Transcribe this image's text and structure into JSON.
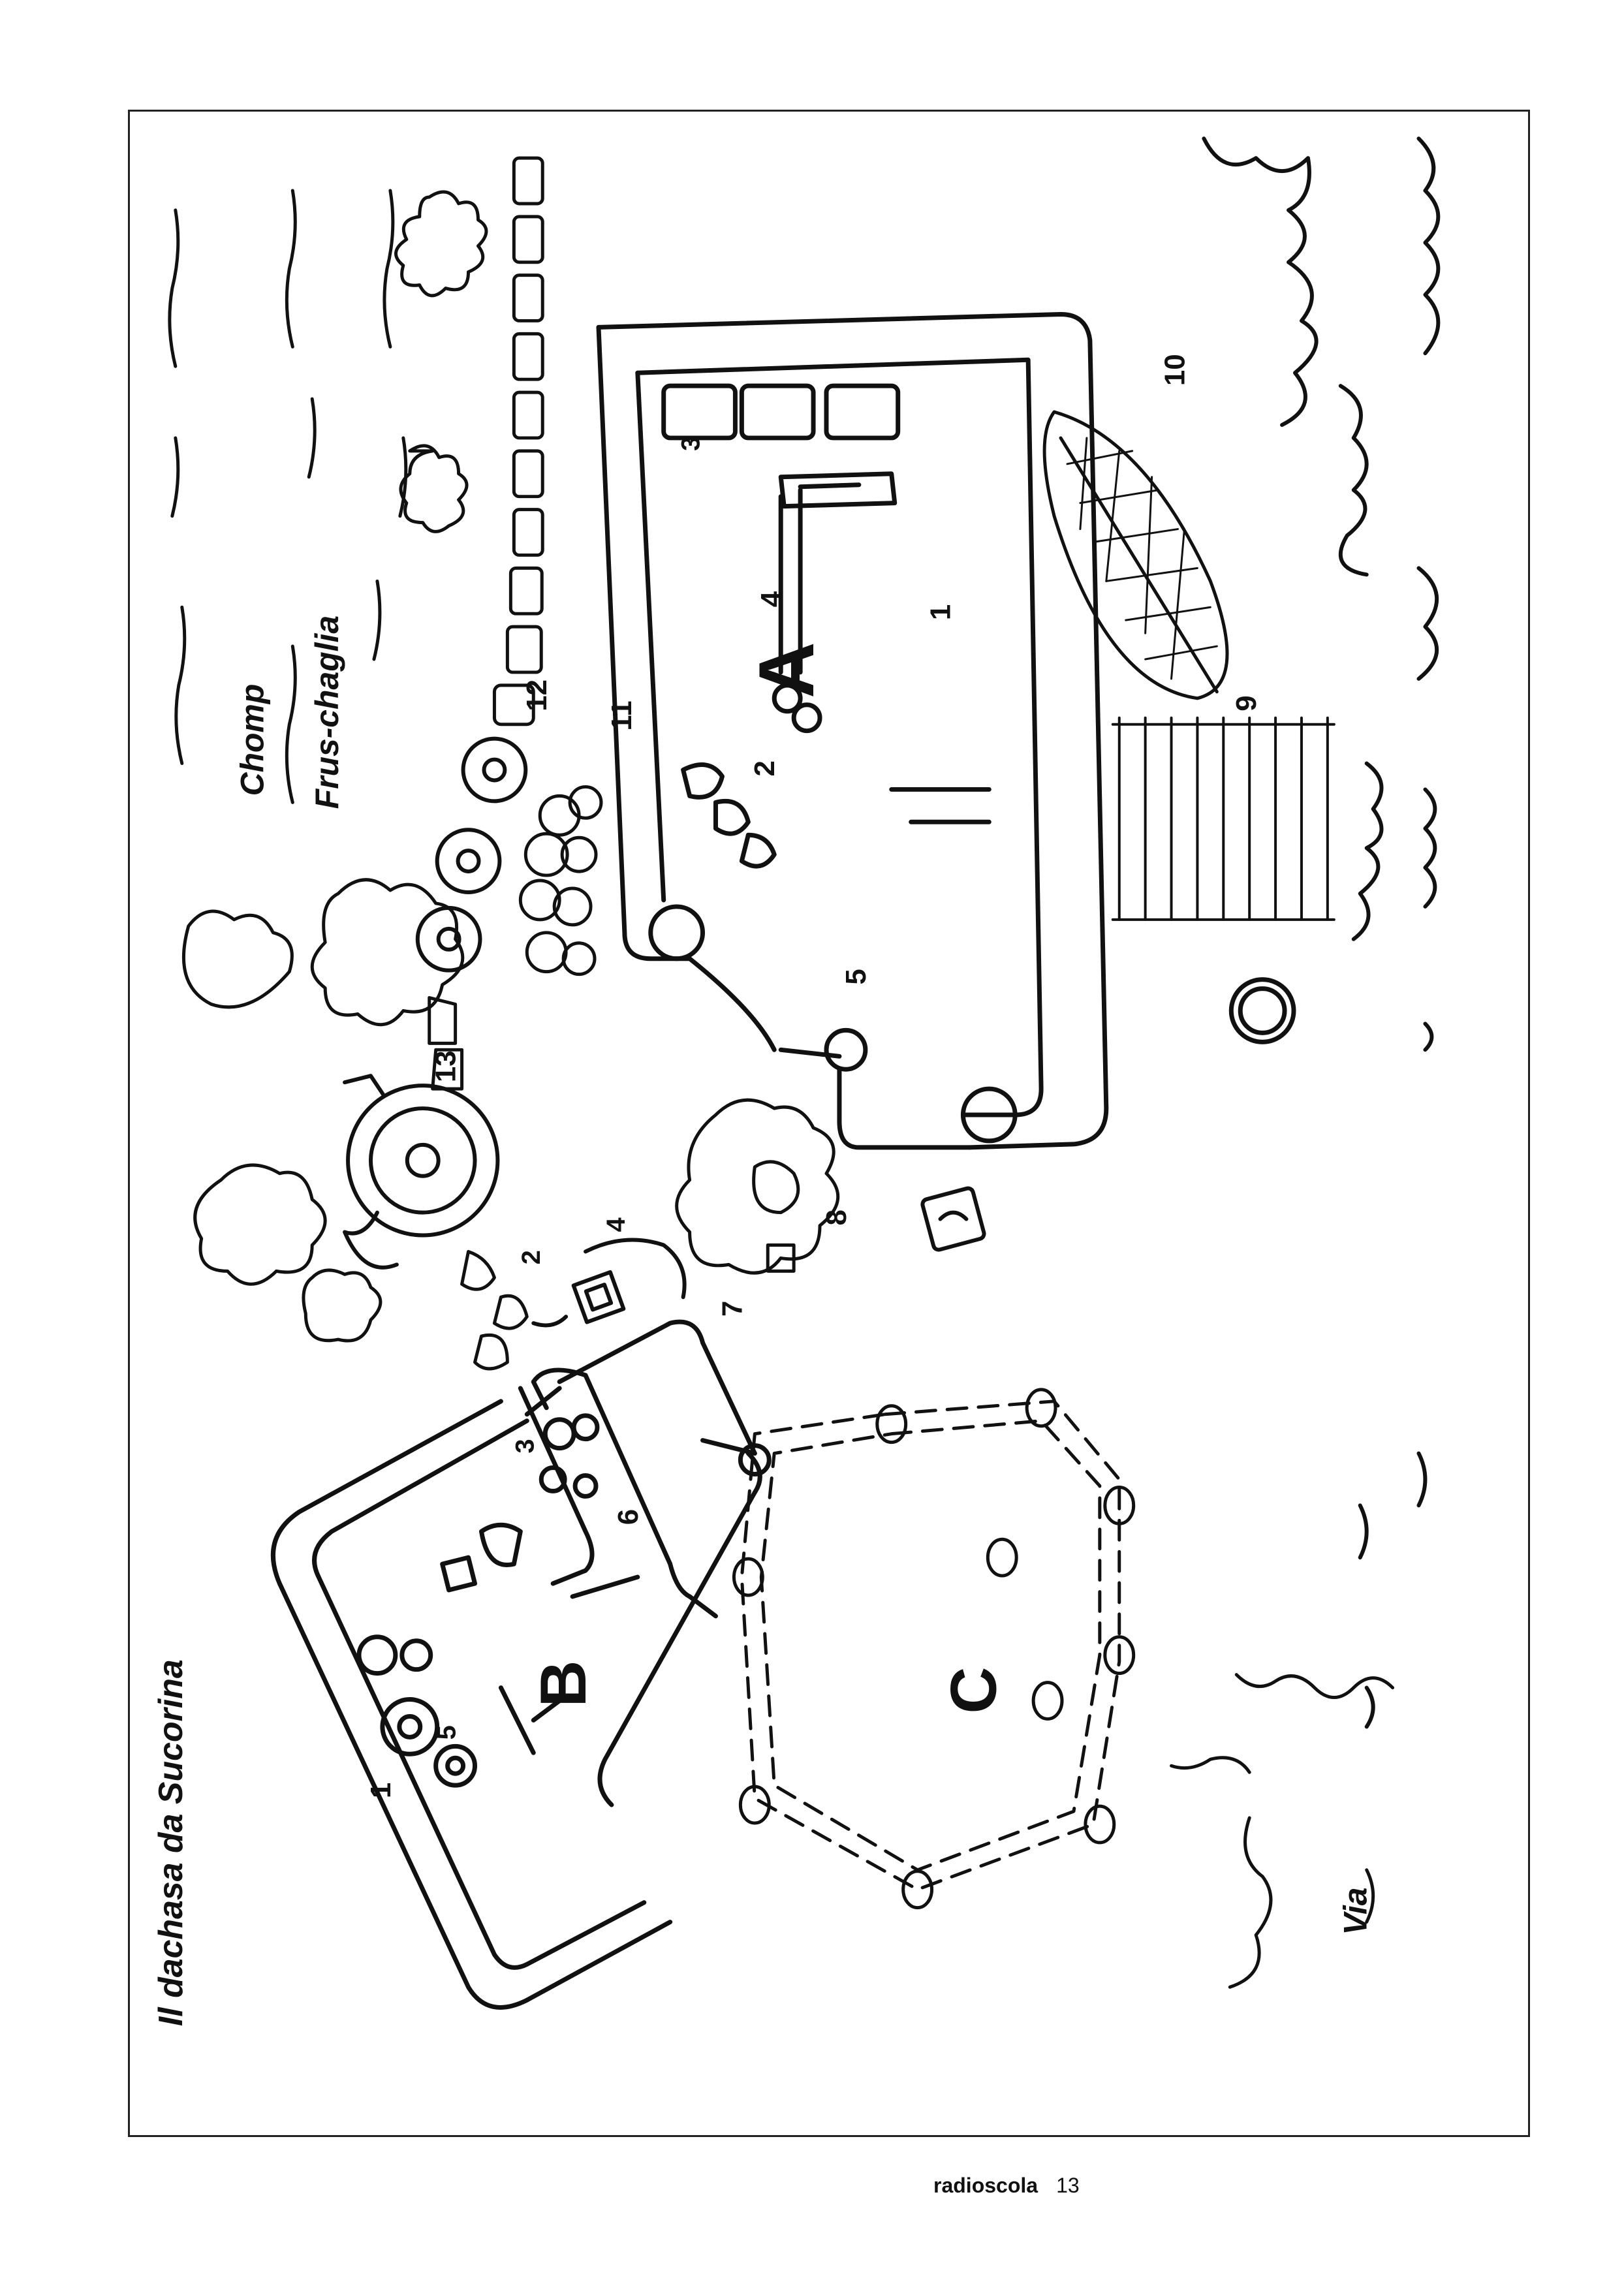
{
  "map": {
    "title": "Il dachasa da Sucorina",
    "fields": [
      "Chomp",
      "Frus-chaglia"
    ],
    "road": "Via",
    "buildings": {
      "a": "A",
      "b": "B",
      "c": "C"
    },
    "numbers": {
      "n1a": "1",
      "n2a": "2",
      "n3a": "3",
      "n4a": "4",
      "n5a": "5",
      "n1b": "1",
      "n2b": "2",
      "n3b": "3",
      "n4b": "4",
      "n5b": "5",
      "n6": "6",
      "n7": "7",
      "n8": "8",
      "n9": "9",
      "n10": "10",
      "n11": "11",
      "n12": "12",
      "n13": "13"
    }
  },
  "footer": {
    "brand": "radioscola",
    "page": "13"
  }
}
